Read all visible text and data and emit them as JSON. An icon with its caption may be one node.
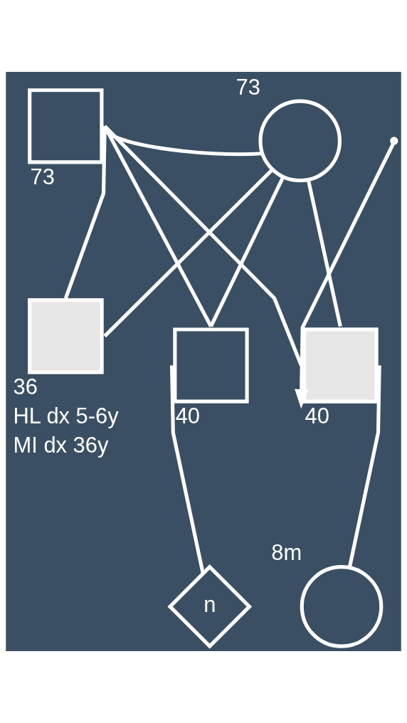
{
  "diagram": {
    "nodes": [
      {
        "text": [],
        "shape": "box",
        "beside": [
          "73"
        ]
      },
      {
        "text": [],
        "shape": "circle",
        "beside": [
          "73"
        ]
      },
      {
        "text": [],
        "shape": "box",
        "beside": [
          "36",
          "HL dx 5-6y",
          "MI dx 36y"
        ]
      },
      {
        "text": [],
        "shape": "box",
        "beside": [
          "40"
        ]
      },
      {
        "text": [],
        "shape": "box",
        "beside": [
          "40"
        ]
      },
      {
        "text": [
          "n"
        ]
      },
      {
        "text": [],
        "shape": "circle",
        "beside": [
          "8m"
        ]
      }
    ],
    "edges": [
      {
        "from": 0,
        "to": 1,
        "arrow": "none"
      },
      {
        "from": 0,
        "to": 2,
        "arrow": "none"
      },
      {
        "from": 0,
        "to": 3,
        "arrow": "none"
      },
      {
        "from": 0,
        "to": 4,
        "arrow": "none"
      },
      {
        "from": 1,
        "to": 2,
        "arrow": "none"
      },
      {
        "from": 1,
        "to": 3,
        "arrow": "none"
      },
      {
        "from": 1,
        "to": 4,
        "arrow": "none"
      },
      {
        "from": 3,
        "to": 5,
        "arrow": "none"
      },
      {
        "from": 4,
        "to": 6,
        "arrow": "none"
      },
      {
        "from": null,
        "to": 4,
        "arrow": "to"
      }
    ]
  }
}
